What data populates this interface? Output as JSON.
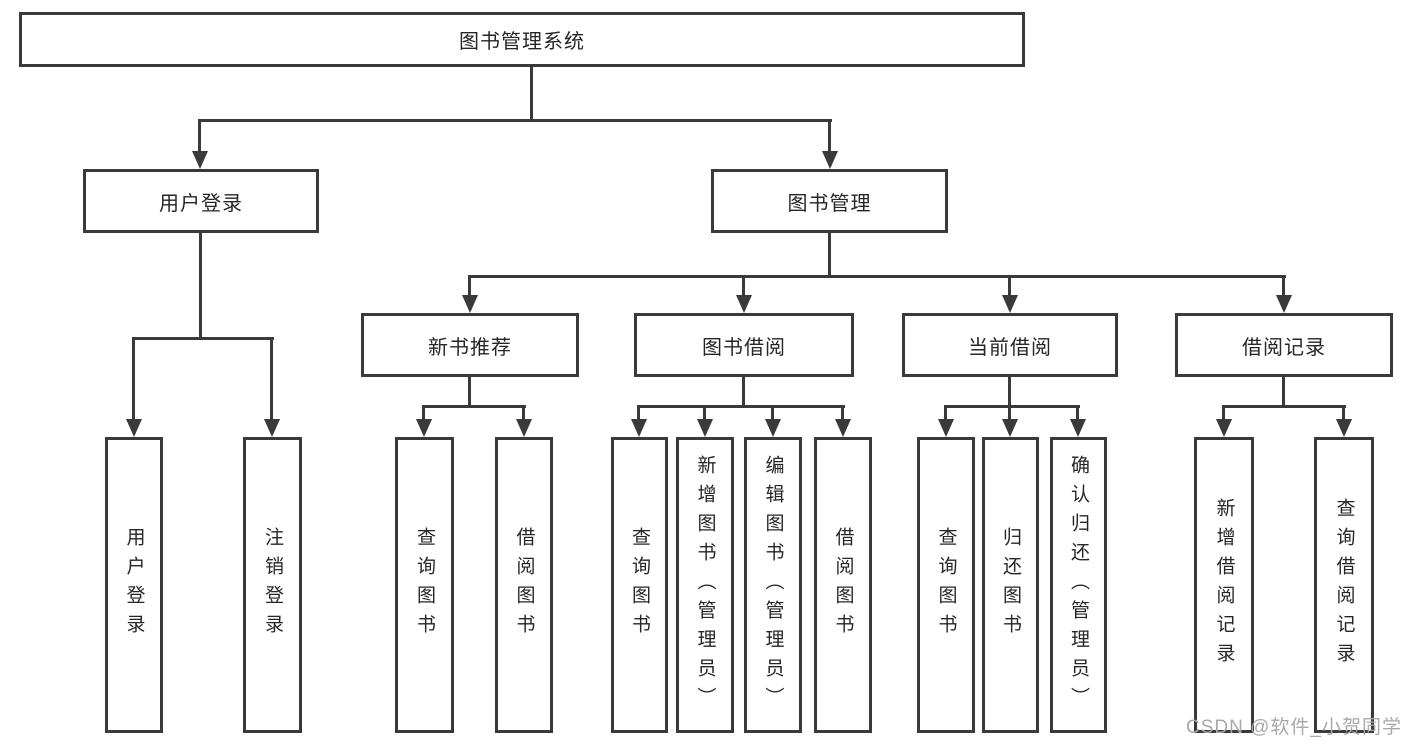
{
  "tree": {
    "root": {
      "label": "图书管理系统"
    },
    "level2": [
      {
        "label": "用户登录"
      },
      {
        "label": "图书管理"
      }
    ],
    "level3": [
      {
        "label": "新书推荐"
      },
      {
        "label": "图书借阅"
      },
      {
        "label": "当前借阅"
      },
      {
        "label": "借阅记录"
      }
    ],
    "leaves": {
      "user_login": [
        "用户登录",
        "注销登录"
      ],
      "new_book_recommend": [
        "查询图书",
        "借阅图书"
      ],
      "book_borrow": [
        "查询图书",
        "新增图书（管理员）",
        "编辑图书（管理员）",
        "借阅图书"
      ],
      "current_borrow": [
        "查询图书",
        "归还图书",
        "确认归还（管理员）"
      ],
      "borrow_records": [
        "新增借阅记录",
        "查询借阅记录"
      ]
    }
  },
  "watermark": "CSDN @软件_小贺同学",
  "colors": {
    "line": "#3a3a3a",
    "text": "#262626",
    "watermark": "#a9a9a9",
    "background": "#ffffff"
  }
}
